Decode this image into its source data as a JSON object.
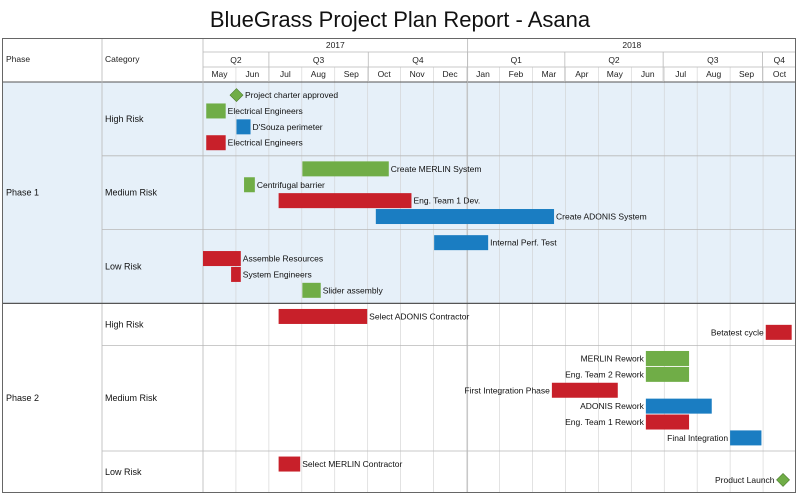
{
  "title": "BlueGrass Project Plan Report - Asana",
  "colors": {
    "green": "#70ad47",
    "blue": "#1a7dc2",
    "red": "#c8202a",
    "phase1_bg": "#e6f0f9",
    "grid": "#b8b8b8"
  },
  "chart_data": {
    "type": "gantt",
    "header": {
      "phase": "Phase",
      "category": "Category"
    },
    "years": [
      {
        "label": "2017",
        "start": "2017-05-01",
        "end": "2018-01-01"
      },
      {
        "label": "2018",
        "start": "2018-01-01",
        "end": "2018-11-01"
      }
    ],
    "quarters": [
      {
        "label": "Q2",
        "start": "2017-05-01",
        "end": "2017-07-01"
      },
      {
        "label": "Q3",
        "start": "2017-07-01",
        "end": "2017-10-01"
      },
      {
        "label": "Q4",
        "start": "2017-10-01",
        "end": "2018-01-01"
      },
      {
        "label": "Q1",
        "start": "2018-01-01",
        "end": "2018-04-01"
      },
      {
        "label": "Q2",
        "start": "2018-04-01",
        "end": "2018-07-01"
      },
      {
        "label": "Q3",
        "start": "2018-07-01",
        "end": "2018-10-01"
      },
      {
        "label": "Q4",
        "start": "2018-10-01",
        "end": "2018-11-01"
      }
    ],
    "months": [
      "May",
      "Jun",
      "Jul",
      "Aug",
      "Sep",
      "Oct",
      "Nov",
      "Dec",
      "Jan",
      "Feb",
      "Mar",
      "Apr",
      "May",
      "Jun",
      "Jul",
      "Aug",
      "Sep",
      "Oct"
    ],
    "axis_start": "2017-05-01",
    "axis_end": "2018-11-01",
    "phases": [
      {
        "label": "Phase 1",
        "shaded": true,
        "categories": [
          {
            "label": "High Risk",
            "tasks": [
              {
                "label": "Project charter approved",
                "type": "milestone",
                "date": "2017-06-01",
                "color": "green",
                "label_side": "right"
              },
              {
                "label": "Electrical Engineers",
                "start": "2017-05-04",
                "end": "2017-05-22",
                "color": "green",
                "label_side": "right"
              },
              {
                "label": "D'Souza perimeter",
                "start": "2017-06-01",
                "end": "2017-06-14",
                "color": "blue",
                "label_side": "right"
              },
              {
                "label": "Electrical Engineers",
                "start": "2017-05-04",
                "end": "2017-05-22",
                "color": "red",
                "label_side": "right"
              }
            ]
          },
          {
            "label": "Medium Risk",
            "tasks": [
              {
                "label": "Create MERLIN System",
                "start": "2017-08-01",
                "end": "2017-10-20",
                "color": "green",
                "label_side": "right"
              },
              {
                "label": "Centrifugal barrier",
                "start": "2017-06-08",
                "end": "2017-06-18",
                "color": "green",
                "label_side": "right"
              },
              {
                "label": "Eng. Team 1 Dev.",
                "start": "2017-07-10",
                "end": "2017-11-10",
                "color": "red",
                "label_side": "right"
              },
              {
                "label": "Create ADONIS System",
                "start": "2017-10-08",
                "end": "2018-03-22",
                "color": "blue",
                "label_side": "right"
              }
            ]
          },
          {
            "label": "Low Risk",
            "tasks": [
              {
                "label": "Internal Perf. Test",
                "start": "2017-12-01",
                "end": "2018-01-20",
                "color": "blue",
                "label_side": "right"
              },
              {
                "label": "Assemble Resources",
                "start": "2017-05-01",
                "end": "2017-06-05",
                "color": "red",
                "label_side": "right"
              },
              {
                "label": "System Engineers",
                "start": "2017-05-27",
                "end": "2017-06-05",
                "color": "red",
                "label_side": "right"
              },
              {
                "label": "Slider assembly",
                "start": "2017-08-01",
                "end": "2017-08-18",
                "color": "green",
                "label_side": "right"
              }
            ]
          }
        ]
      },
      {
        "label": "Phase 2",
        "shaded": false,
        "categories": [
          {
            "label": "High Risk",
            "tasks": [
              {
                "label": "Select ADONIS Contractor",
                "start": "2017-07-10",
                "end": "2017-09-30",
                "color": "red",
                "label_side": "right"
              },
              {
                "label": "Betatest cycle",
                "start": "2018-10-04",
                "end": "2018-10-28",
                "color": "red",
                "label_side": "left"
              }
            ]
          },
          {
            "label": "Medium Risk",
            "tasks": [
              {
                "label": "MERLIN Rework",
                "start": "2018-06-15",
                "end": "2018-07-25",
                "color": "green",
                "label_side": "left"
              },
              {
                "label": "Eng. Team 2 Rework",
                "start": "2018-06-15",
                "end": "2018-07-25",
                "color": "green",
                "label_side": "left"
              },
              {
                "label": "First Integration Phase",
                "start": "2018-03-20",
                "end": "2018-05-20",
                "color": "red",
                "label_side": "left"
              },
              {
                "label": "ADONIS Rework",
                "start": "2018-06-15",
                "end": "2018-08-15",
                "color": "blue",
                "label_side": "left"
              },
              {
                "label": "Eng. Team 1 Rework",
                "start": "2018-06-15",
                "end": "2018-07-25",
                "color": "red",
                "label_side": "left"
              },
              {
                "label": "Final Integration",
                "start": "2018-09-01",
                "end": "2018-09-30",
                "color": "blue",
                "label_side": "left"
              }
            ]
          },
          {
            "label": "Low Risk",
            "tasks": [
              {
                "label": "Select MERLIN Contractor",
                "start": "2017-07-10",
                "end": "2017-07-30",
                "color": "red",
                "label_side": "right"
              },
              {
                "label": "Product Launch",
                "type": "milestone",
                "date": "2018-10-20",
                "color": "green",
                "label_side": "left"
              }
            ]
          }
        ]
      }
    ]
  }
}
